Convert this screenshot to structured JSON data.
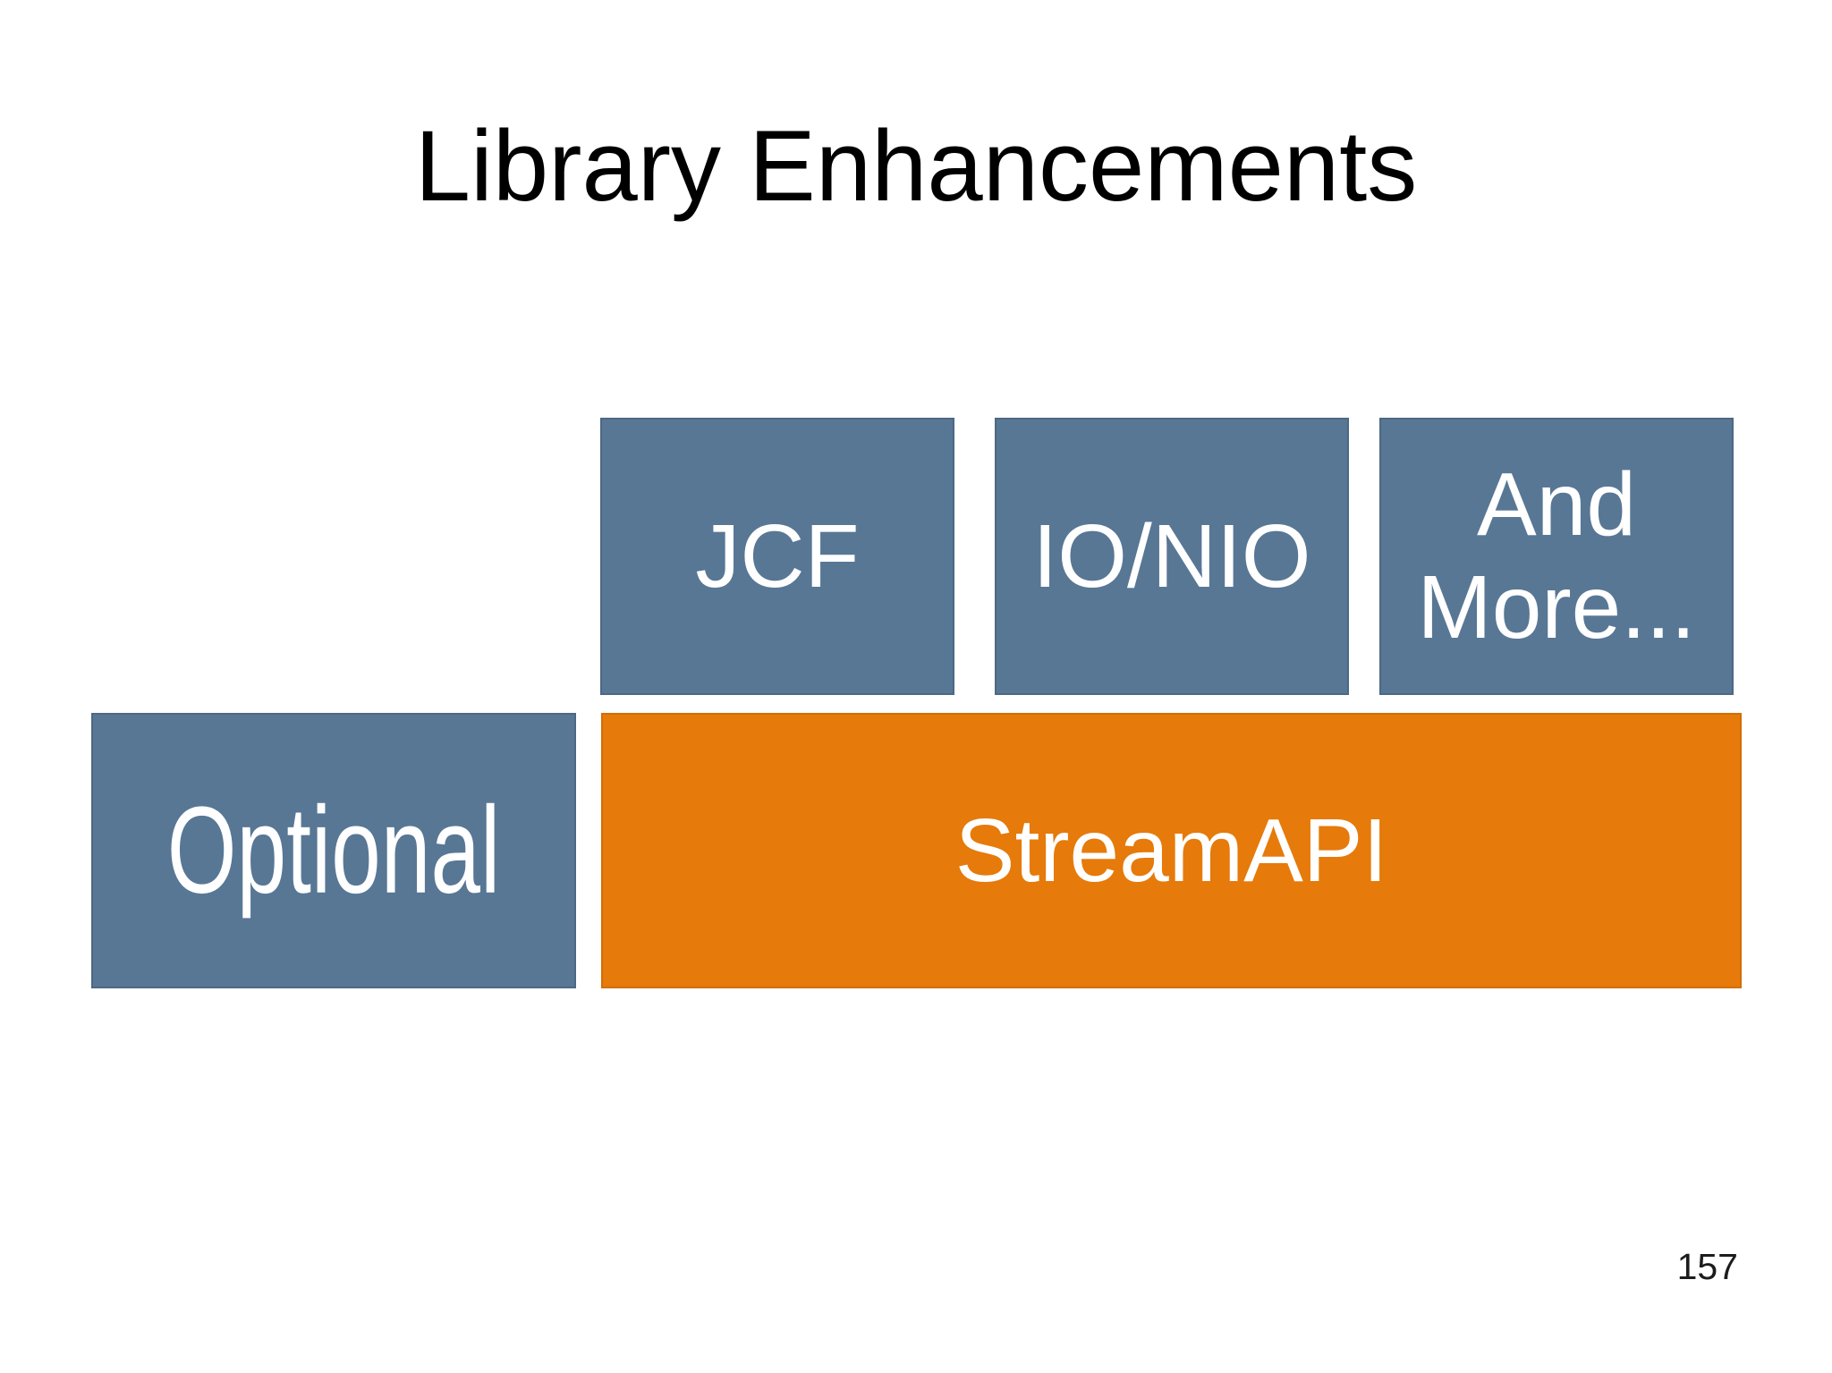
{
  "slide": {
    "title": "Library Enhancements",
    "page_number": "157",
    "colors": {
      "background": "#ffffff",
      "box_blue": "#587795",
      "box_blue_border": "#4d6884",
      "box_orange": "#e67a0a",
      "box_orange_border": "#d26f05",
      "box_text": "#ffffff",
      "title_text": "#000000",
      "page_number_text": "#1c1c1c"
    },
    "boxes": {
      "top_row": [
        {
          "id": "jcf",
          "label": "JCF"
        },
        {
          "id": "io_nio",
          "label": "IO/NIO"
        },
        {
          "id": "and_more",
          "label": "And More..."
        }
      ],
      "bottom_row": [
        {
          "id": "optional",
          "label": "Optional"
        },
        {
          "id": "stream_api",
          "label": "StreamAPI"
        }
      ]
    }
  }
}
